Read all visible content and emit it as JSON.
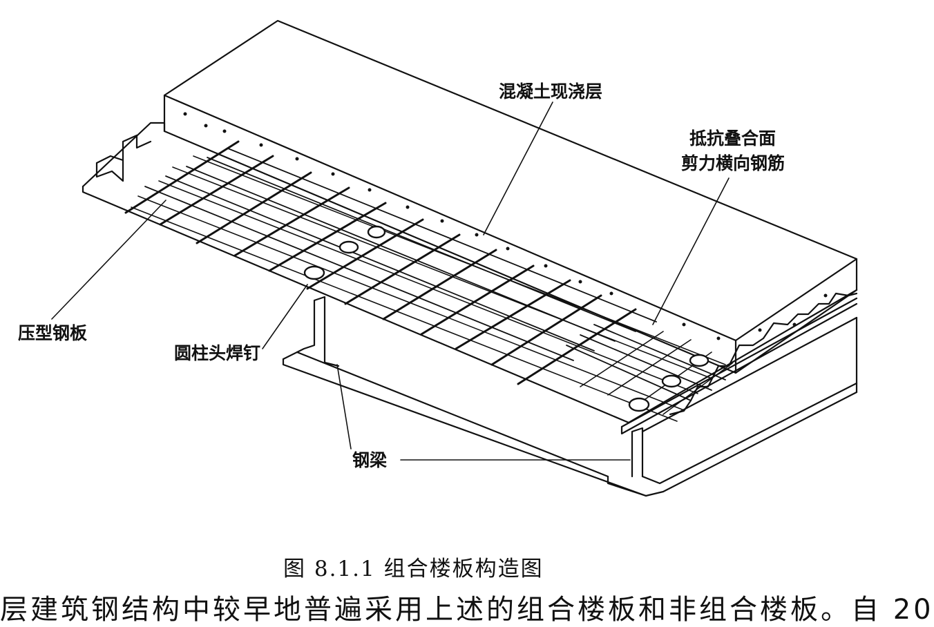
{
  "labels": {
    "concrete": "混凝土现浇层",
    "shear_rebar_line1": "抵抗叠合面",
    "shear_rebar_line2": "剪力横向钢筋",
    "profiled_sheet": "压型钢板",
    "stud": "圆柱头焊钉",
    "beam": "钢梁"
  },
  "caption": "图 8.1.1   组合楼板构造图",
  "bottom_text": "层建筑钢结构中较早地普遍采用上述的组合楼板和非组合楼板。自 20"
}
